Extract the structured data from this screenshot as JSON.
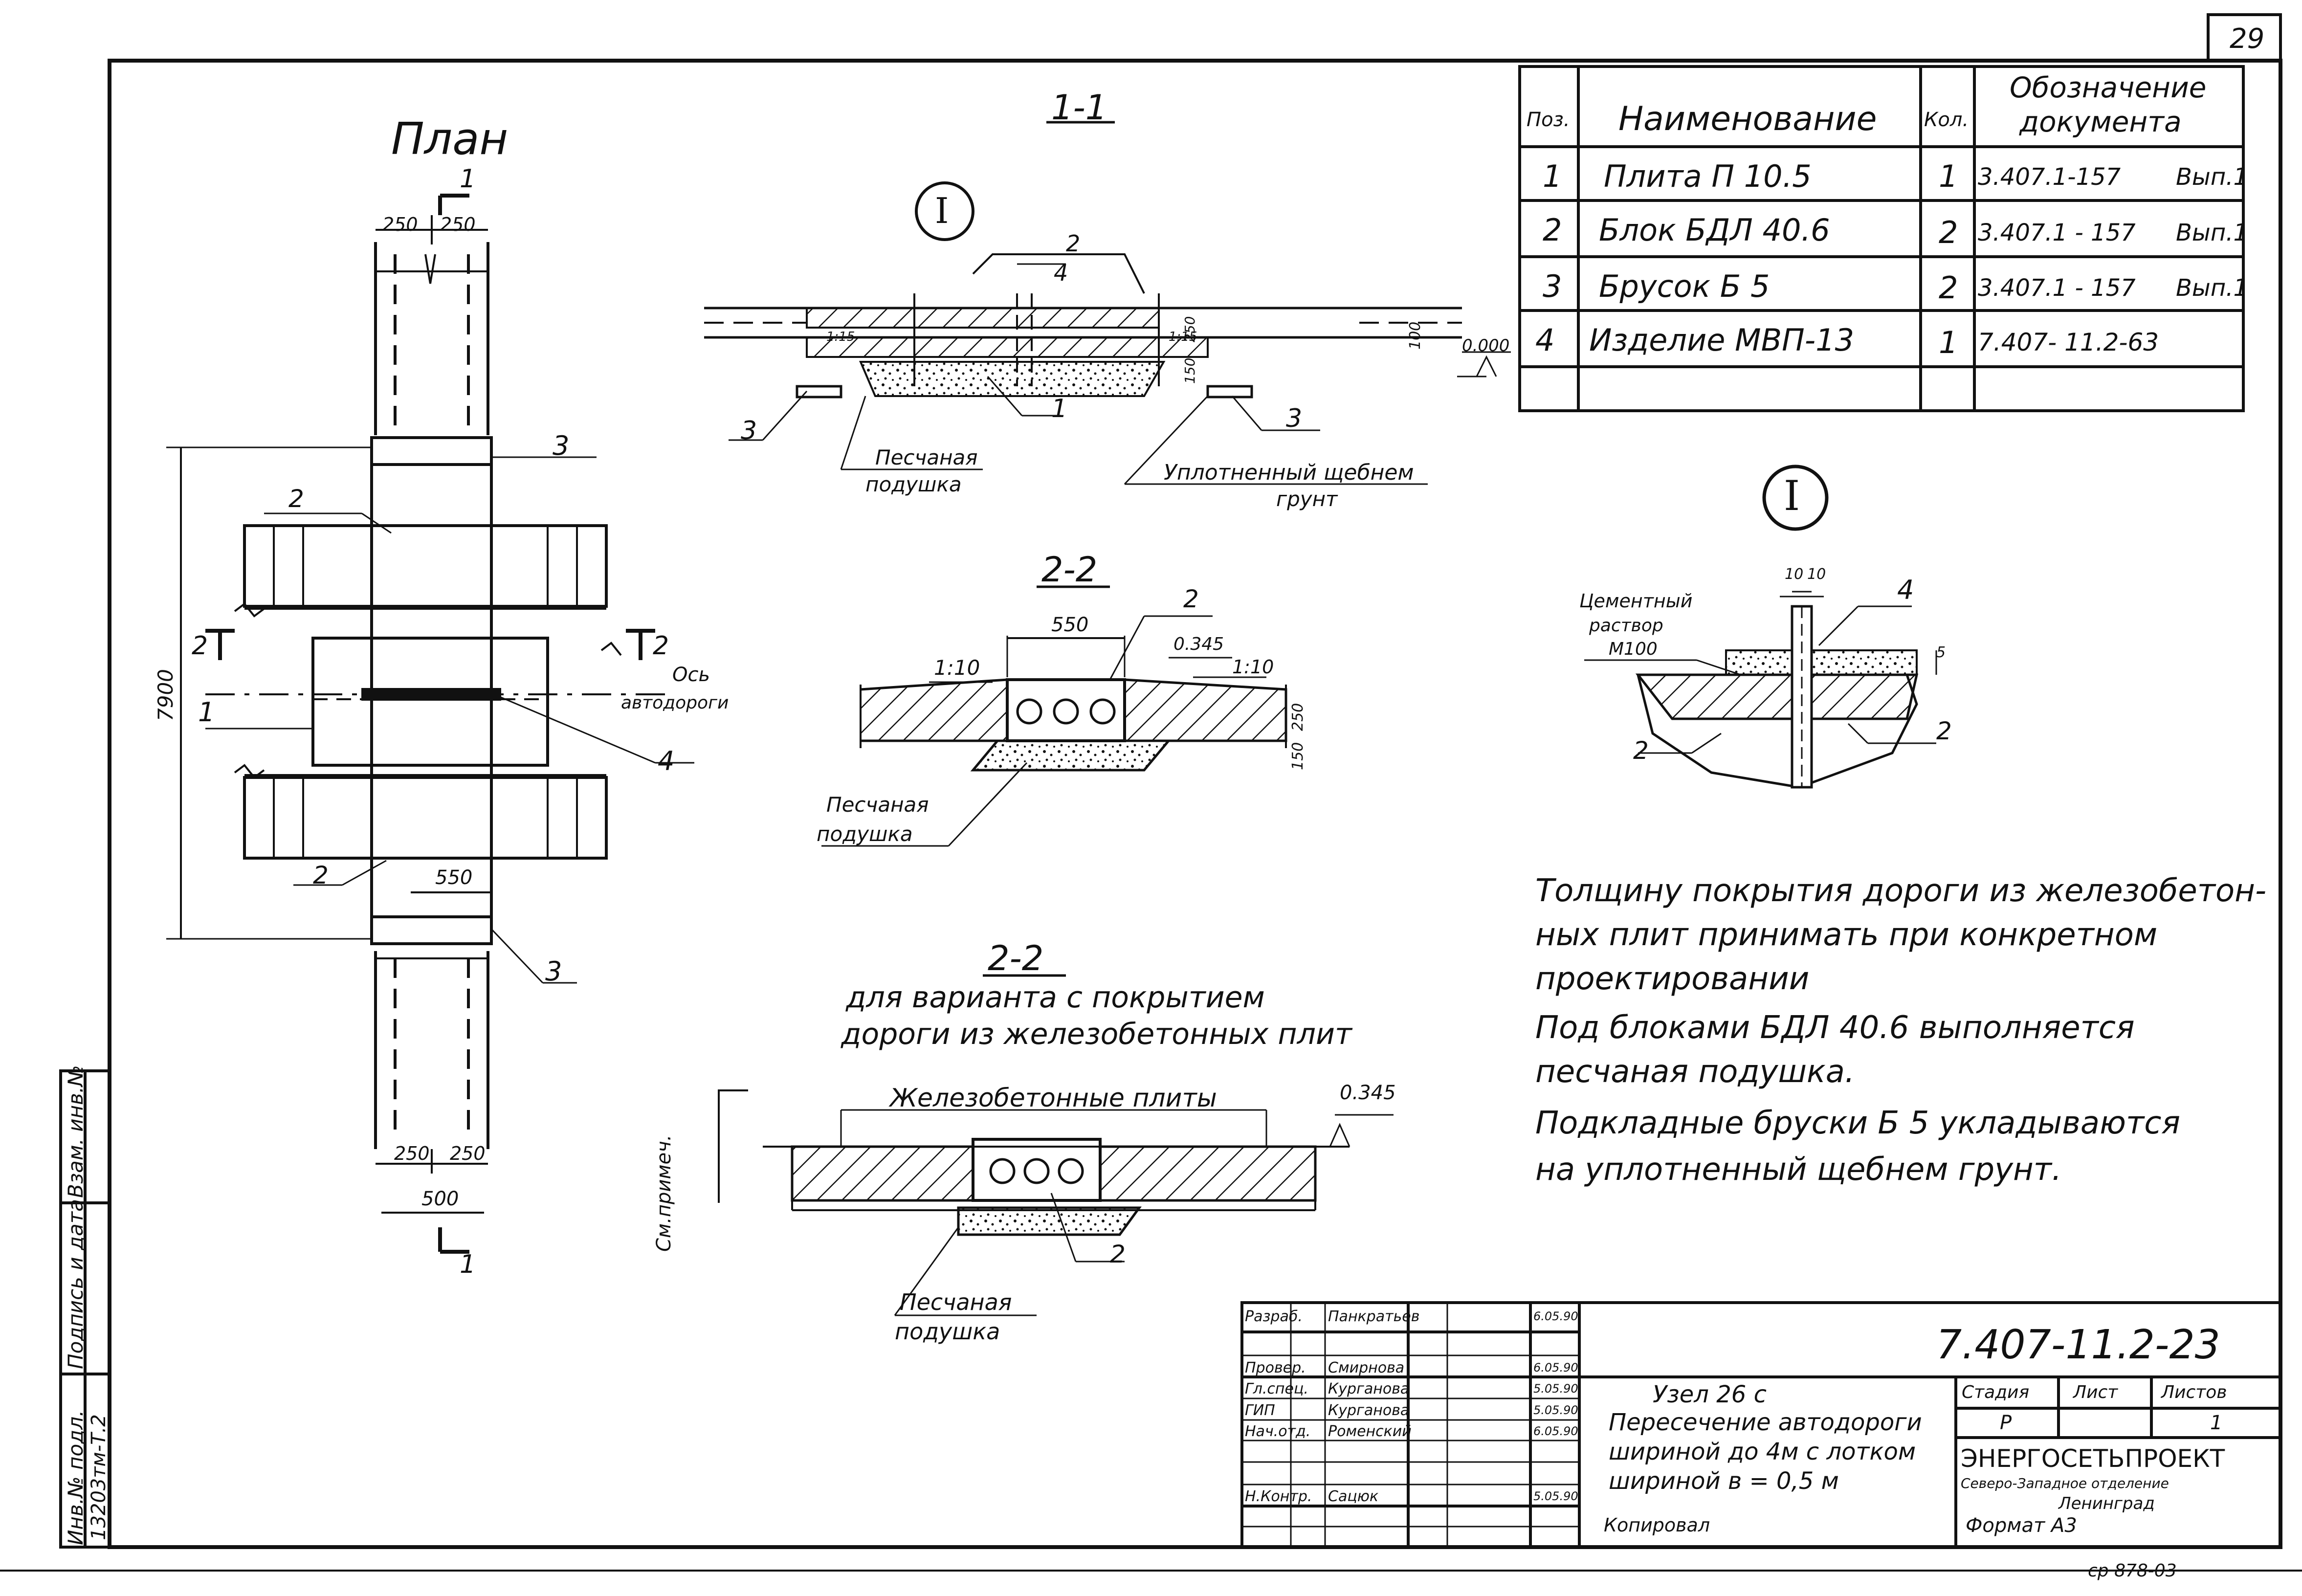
{
  "sheet": {
    "page_number": "29"
  },
  "plan": {
    "title": "План",
    "dim_250a": "250",
    "dim_250b": "250",
    "dim_7900": "7900",
    "dim_550": "550",
    "dim_250c": "250",
    "dim_250d": "250",
    "dim_500": "500",
    "section_1_top": "1",
    "section_1_bottom": "1",
    "section_2_left": "2",
    "section_2_right": "2",
    "pos_3a": "3",
    "pos_3b": "3",
    "pos_2a": "2",
    "pos_2b": "2",
    "pos_1": "1",
    "pos_4": "4",
    "axis_label_1": "Ось",
    "axis_label_2": "автодороги"
  },
  "section_1_1": {
    "title": "1-1",
    "node": "I",
    "pos_2": "2",
    "pos_4": "4",
    "pos_1": "1",
    "pos_3a": "3",
    "pos_3b": "3",
    "slope_1": "1:15",
    "slope_2": "1:15",
    "dim_100": "100",
    "dim_250": "250",
    "dim_150": "150",
    "level": "0.000",
    "label_sand_1": "Песчаная",
    "label_sand_2": "подушка",
    "label_gravel_1": "Уплотненный щебнем",
    "label_gravel_2": "грунт"
  },
  "section_2_2a": {
    "title": "2-2",
    "dim_550": "550",
    "level": "0.345",
    "slope_1": "1:10",
    "slope_2": "1:10",
    "pos_2": "2",
    "dim_250": "250",
    "dim_150": "150",
    "label_sand_1": "Песчаная",
    "label_sand_2": "подушка"
  },
  "section_2_2b": {
    "title": "2-2",
    "subtitle_1": "для варианта с покрытием",
    "subtitle_2": "дороги из железобетонных плит",
    "label_plates": "Железобетонные плиты",
    "level": "0.345",
    "see_note": "См.примеч.",
    "pos_2": "2",
    "label_sand_1": "Песчаная",
    "label_sand_2": "подушка"
  },
  "node_detail": {
    "title": "I",
    "dim_10a": "10",
    "dim_10b": "10",
    "pos_4": "4",
    "pos_2a": "2",
    "pos_2b": "2",
    "dim_5": "5",
    "label_mortar_1": "Цементный",
    "label_mortar_2": "раствор",
    "label_mortar_3": "М100"
  },
  "spec_table": {
    "headers": {
      "pos": "Поз.",
      "name": "Наименование",
      "qty": "Кол.",
      "doc_1": "Обозначение",
      "doc_2": "документа"
    },
    "rows": [
      {
        "pos": "1",
        "name": "Плита  П 10.5",
        "qty": "1",
        "doc": "3.407.1-157",
        "issue": "Вып.1"
      },
      {
        "pos": "2",
        "name": "Блок   БДЛ 40.6",
        "qty": "2",
        "doc": "3.407.1 - 157",
        "issue": "Вып.1"
      },
      {
        "pos": "3",
        "name": "Брусок  Б 5",
        "qty": "2",
        "doc": "3.407.1 - 157",
        "issue": "Вып.1"
      },
      {
        "pos": "4",
        "name": "Изделие  МВП-13",
        "qty": "1",
        "doc": "7.407- 11.2-63",
        "issue": ""
      }
    ]
  },
  "notes": [
    "Толщину покрытия дороги из железобетон-",
    "ных  плит принимать при конкретном",
    "проектировании",
    "Под  блоками БДЛ 40.6  выполняется",
    "песчаная  подушка.",
    "Подкладные  бруски Б 5  укладываются",
    "на уплотненный щебнем  грунт."
  ],
  "title_block": {
    "code": "7.407-11.2-23",
    "roles": [
      {
        "role": "Разраб.",
        "name": "Панкратьев",
        "date": "6.05.90"
      },
      {
        "role": "Провер.",
        "name": "Смирнова",
        "date": "6.05.90"
      },
      {
        "role": "Гл.спец.",
        "name": "Курганова",
        "date": "5.05.90"
      },
      {
        "role": "ГИП",
        "name": "Курганова",
        "date": "5.05.90"
      },
      {
        "role": "Нач.отд.",
        "name": "Роменский",
        "date": "6.05.90"
      },
      {
        "role": "Н.Контр.",
        "name": "Сацюк",
        "date": "5.05.90"
      }
    ],
    "desc_1": "Узел 26 с",
    "desc_2": "Пересечение автодороги",
    "desc_3": "шириной до 4м с лотком",
    "desc_4": "шириной  в = 0,5 м",
    "stage_h": "Стадия",
    "sheet_h": "Лист",
    "sheets_h": "Листов",
    "stage": "Р",
    "sheet": "",
    "sheets": "1",
    "org": "ЭНЕРГОСЕТЬПРОЕКТ",
    "org_sub_1": "Северо-Западное отделение",
    "org_sub_2": "Ленинград",
    "copied": "Копировал",
    "format": "Формат А3",
    "stamp": "ср 878-03"
  },
  "side_strip": {
    "inv": "Инв.№ подл.",
    "sign": "Подпись и дата",
    "vzam": "Взам. инв.№",
    "inv_value": "13203тм-Т.2"
  }
}
